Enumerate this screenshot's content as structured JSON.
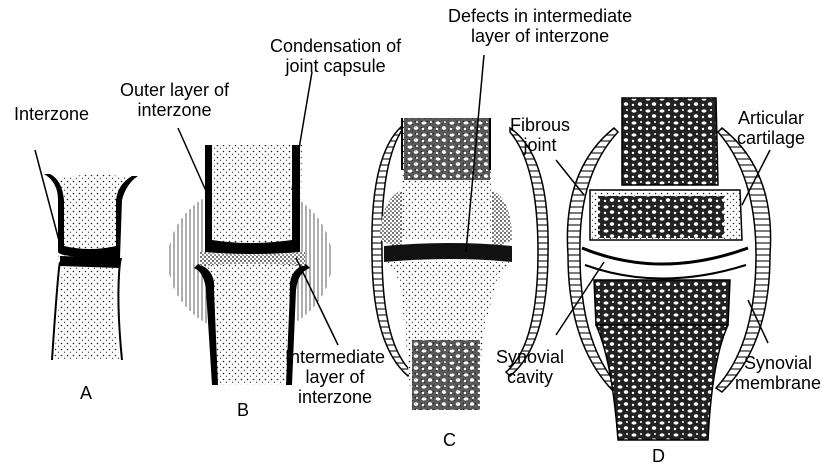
{
  "labels": {
    "interzone": "Interzone",
    "outer_layer": [
      "Outer layer of",
      "interzone"
    ],
    "condensation": [
      "Condensation of",
      "joint capsule"
    ],
    "defects": [
      "Defects in intermediate",
      "layer of interzone"
    ],
    "intermediate_layer": [
      "Intermediate",
      "layer of",
      "interzone"
    ],
    "fibrous_joint": [
      "Fibrous",
      "joint"
    ],
    "articular_cartilage": [
      "Articular",
      "cartilage"
    ],
    "synovial_cavity": [
      "Synovial",
      "cavity"
    ],
    "synovial_membrane": [
      "Synovial",
      "membrane"
    ]
  },
  "panels": [
    "A",
    "B",
    "C",
    "D"
  ],
  "colors": {
    "ink": "#000000",
    "paper": "#ffffff",
    "stipple": "#222222"
  }
}
